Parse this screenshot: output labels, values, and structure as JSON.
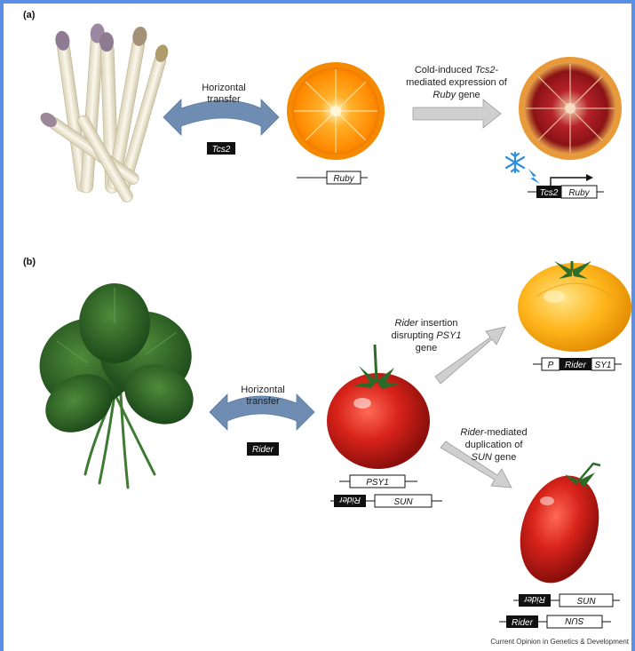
{
  "panel_a": {
    "label": "(a)",
    "transfer_label_line1": "Horizontal",
    "transfer_label_line2": "transfer",
    "transposon": "Tcs2",
    "orange_gene": "Ruby",
    "arrow_caption_line1_pre": "Cold-induced ",
    "arrow_caption_line1_it": "Tcs2",
    "arrow_caption_line1_post": "-",
    "arrow_caption_line2": "mediated expression of",
    "arrow_caption_line3_it": "Ruby",
    "arrow_caption_line3_post": " gene",
    "blood_orange_te": "Tcs2",
    "blood_orange_gene": "Ruby"
  },
  "panel_b": {
    "label": "(b)",
    "transfer_label_line1": "Horizontal",
    "transfer_label_line2": "transfer",
    "transposon": "Rider",
    "upper_caption_line1_it": "Rider",
    "upper_caption_line1_post": " insertion",
    "upper_caption_line2": "disrupting ",
    "upper_caption_line2_it": "PSY1",
    "upper_caption_line3": "gene",
    "lower_caption_line1_it": "Rider",
    "lower_caption_line1_post": "-mediated",
    "lower_caption_line2": "duplication of",
    "lower_caption_line3_it": "SUN",
    "lower_caption_line3_post": " gene",
    "tomato_gene1": "PSY1",
    "tomato_te": "Rider",
    "tomato_gene2": "SUN",
    "yellow_p": "P",
    "yellow_te": "Rider",
    "yellow_sy1": "SY1",
    "elong_te1": "Rider",
    "elong_gene1": "SUN",
    "elong_te2": "Rider",
    "elong_gene2": "SUN"
  },
  "credit": "Current Opinion in Genetics & Development",
  "colors": {
    "frame": "#5b8fe6",
    "arrow_blue": "#6f8db3",
    "arrow_grey": "#c8c8c8"
  }
}
